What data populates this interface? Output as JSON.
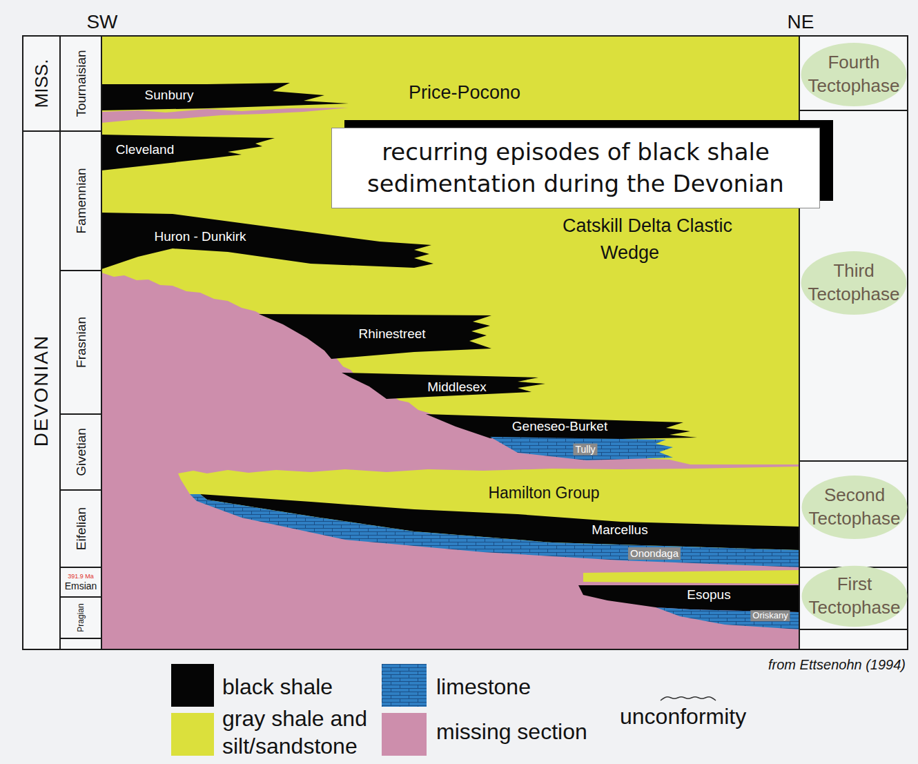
{
  "diagram": {
    "nodes": [
      {
        "text": [
          "MISS."
        ]
      },
      {
        "text": [
          "DEVONIAN"
        ]
      },
      {
        "text": [
          "Tournaisian"
        ]
      },
      {
        "text": [
          "Famennian"
        ]
      },
      {
        "text": [
          "Frasnian"
        ]
      },
      {
        "text": [
          "Givetian"
        ]
      },
      {
        "text": [
          "Eifelian"
        ]
      },
      {
        "text": [
          "391.9 Ma",
          "Emsian"
        ]
      },
      {
        "text": [
          "Pragian"
        ]
      },
      {
        "text": [
          "recurring episodes of black shale sedimentation during the Devonian"
        ]
      },
      {
        "text": [
          "Fourth Tectophase"
        ]
      },
      {
        "text": [
          "Third Tectophase"
        ]
      },
      {
        "text": [
          "Second Tectophase"
        ]
      },
      {
        "text": [
          "First Tectophase"
        ]
      }
    ],
    "labels": [
      "SW",
      "NE",
      "Sunbury",
      "Price-Pocono",
      "Cleveland",
      "Catskill Delta Clastic Wedge",
      "Huron - Dunkirk",
      "Rhinestreet",
      "Middlesex",
      "Geneseo-Burket",
      "Tully",
      "Hamilton Group",
      "Marcellus",
      "Onondaga",
      "Esopus",
      "Oriskany",
      "from Ettsenohn (1994)"
    ],
    "legend": [
      {
        "text": "black shale",
        "color": "#050505"
      },
      {
        "text": "gray shale and silt/sandstone",
        "color": "#dbe03c"
      },
      {
        "text": "limestone",
        "color": "#2f7fc3"
      },
      {
        "text": "missing section",
        "color": "#cd8eac"
      },
      {
        "text": "unconformity"
      }
    ]
  }
}
